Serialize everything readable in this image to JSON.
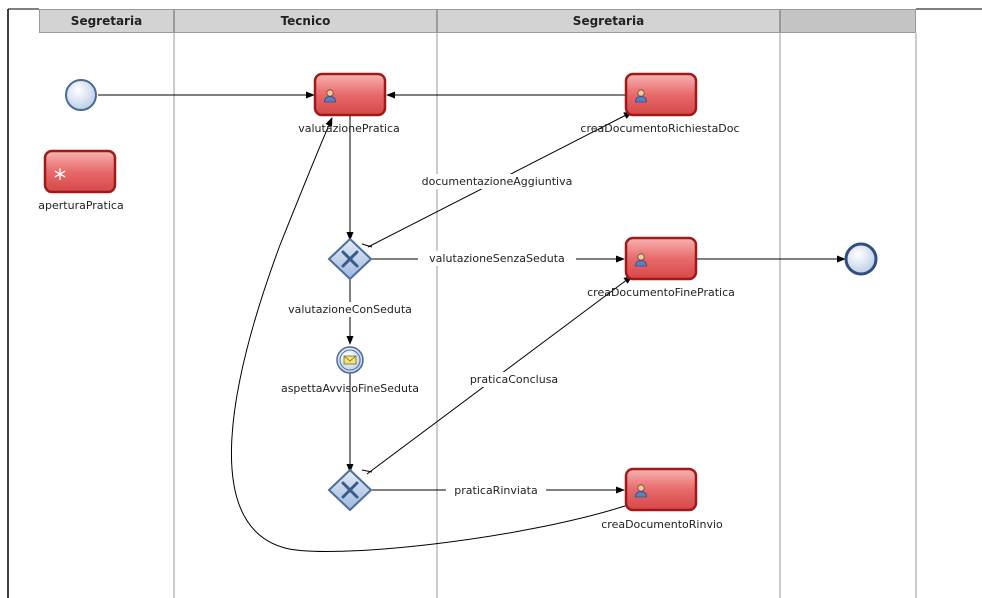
{
  "lanes": [
    "Segretaria",
    "Tecnico",
    "Segretaria",
    ""
  ],
  "tasks": {
    "valutazionePratica": "valutazionePratica",
    "creaDocumentoRichiestaDoc": "creaDocumentoRichiestaDoc",
    "aperturaPratica": "aperturaPratica",
    "creaDocumentoFinePratica": "creaDocumentoFinePratica",
    "creaDocumentoRinvio": "creaDocumentoRinvio"
  },
  "events": {
    "aspettaAvvisoFineSeduta": "aspettaAvvisoFineSeduta"
  },
  "flows": {
    "documentazioneAggiuntiva": "documentazioneAggiuntiva",
    "valutazioneSenzaSeduta": "valutazioneSenzaSeduta",
    "valutazioneConSeduta": "valutazioneConSeduta",
    "praticaConclusa": "praticaConclusa",
    "praticaRinviata": "praticaRinviata"
  },
  "colors": {
    "task_fill": "#e86a6a",
    "task_border": "#a01818",
    "gateway_fill": "#b8cce6",
    "gateway_border": "#4c6d9c",
    "event_fill": "#d4e0f2",
    "event_border": "#4a6a96",
    "lane_header": "#d3d3d3"
  }
}
